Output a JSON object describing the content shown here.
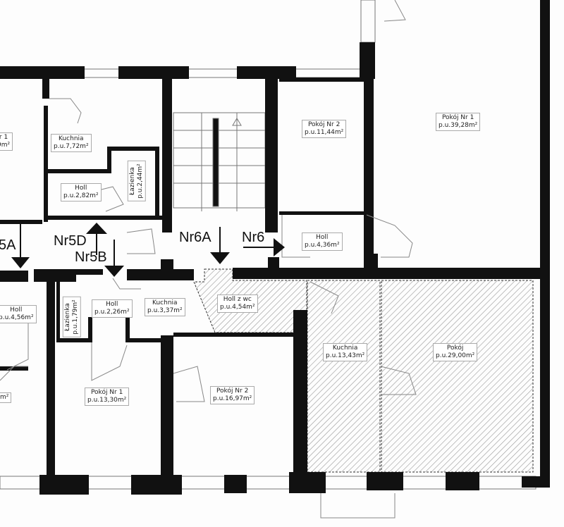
{
  "rooms": [
    {
      "name": "r 1",
      "area": "9m²"
    },
    {
      "name": "Kuchnia",
      "area": "p.u.7,72m²"
    },
    {
      "name": "Łazienka",
      "area": "p.u.2,44m²"
    },
    {
      "name": "Holl",
      "area": "p.u.2,82m²"
    },
    {
      "name": "Pokój Nr 2",
      "area": "p.u.11,44m²"
    },
    {
      "name": "Pokój Nr 1",
      "area": "p.u.39,28m²"
    },
    {
      "name": "Holl",
      "area": "p.u.4,36m²"
    },
    {
      "name": "Holl",
      "area": "p.u.4,56m²"
    },
    {
      "name": "Łazienka",
      "area": "p.u.1,79m²"
    },
    {
      "name": "Holl",
      "area": "p.u.2,26m²"
    },
    {
      "name": "Kuchnia",
      "area": "p.u.3,37m²"
    },
    {
      "name": "Holl z wc",
      "area": "p.u.4,54m²"
    },
    {
      "name": "Kuchnia",
      "area": "p.u.13,43m²"
    },
    {
      "name": "Pokój",
      "area": "p.u.29,00m²"
    },
    {
      "name": "Pokój Nr 1",
      "area": "p.u.13,30m²"
    },
    {
      "name": "Pokój Nr 2",
      "area": "p.u.16,97m²"
    },
    {
      "name": "",
      "area": "m²"
    }
  ],
  "units": [
    "5A",
    "Nr5D",
    "Nr5B",
    "Nr6A",
    "Nr6"
  ],
  "colors": {
    "wall": "#111111",
    "hatch": "#888888"
  }
}
